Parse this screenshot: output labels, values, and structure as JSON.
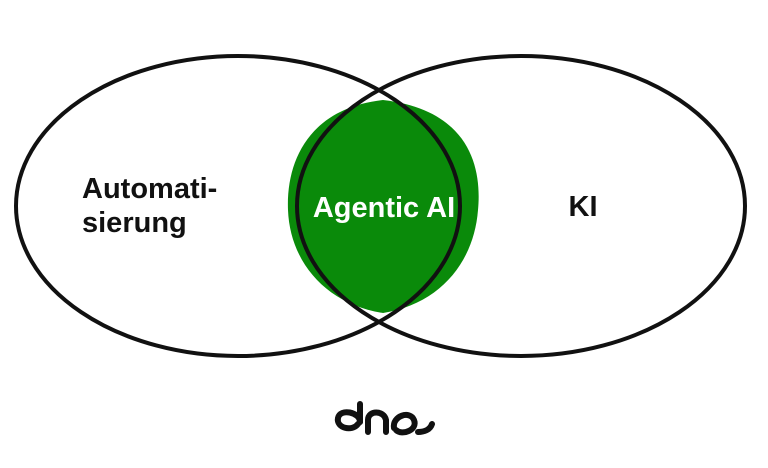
{
  "diagram": {
    "type": "venn",
    "sets": [
      {
        "id": "left",
        "label_lines": [
          "Automati-",
          "sierung"
        ]
      },
      {
        "id": "right",
        "label": "KI"
      }
    ],
    "intersection": {
      "label": "Agentic AI"
    },
    "colors": {
      "intersection_fill": "#0a8a0a",
      "intersection_text": "#ffffff",
      "outline": "#111111",
      "text": "#111111",
      "background": "#ffffff"
    }
  },
  "logo": {
    "text": "dno.",
    "icon": "dno-logo"
  }
}
